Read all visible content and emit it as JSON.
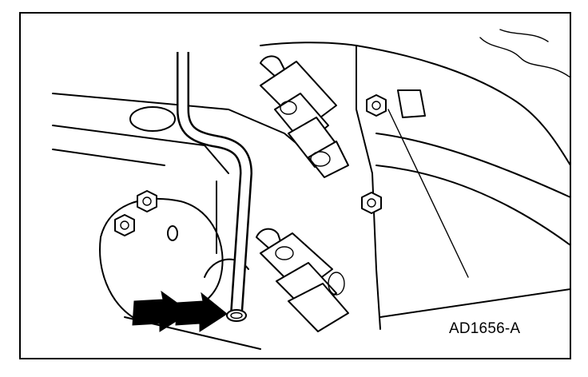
{
  "figure": {
    "reference_code": "AD1656-A",
    "colors": {
      "line": "#000000",
      "background": "#ffffff"
    },
    "arrows": {
      "count": 2,
      "icon": "filled-arrow-right"
    }
  }
}
